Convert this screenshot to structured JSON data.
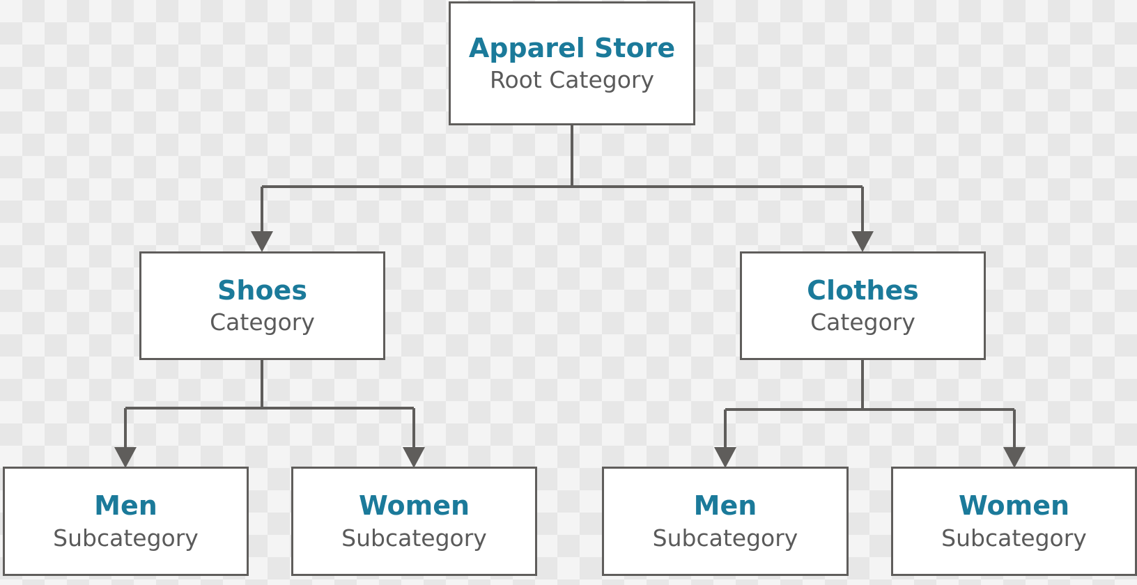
{
  "nodes": {
    "root": {
      "title": "Apparel Store",
      "subtitle": "Root Category"
    },
    "shoes": {
      "title": "Shoes",
      "subtitle": "Category"
    },
    "clothes": {
      "title": "Clothes",
      "subtitle": "Category"
    },
    "shoes_men": {
      "title": "Men",
      "subtitle": "Subcategory"
    },
    "shoes_women": {
      "title": "Women",
      "subtitle": "Subcategory"
    },
    "clothes_men": {
      "title": "Men",
      "subtitle": "Subcategory"
    },
    "clothes_women": {
      "title": "Women",
      "subtitle": "Subcategory"
    }
  },
  "colors": {
    "title": "#1b7a9a",
    "subtitle": "#5a5a5a",
    "connector": "#5f5d5b"
  }
}
